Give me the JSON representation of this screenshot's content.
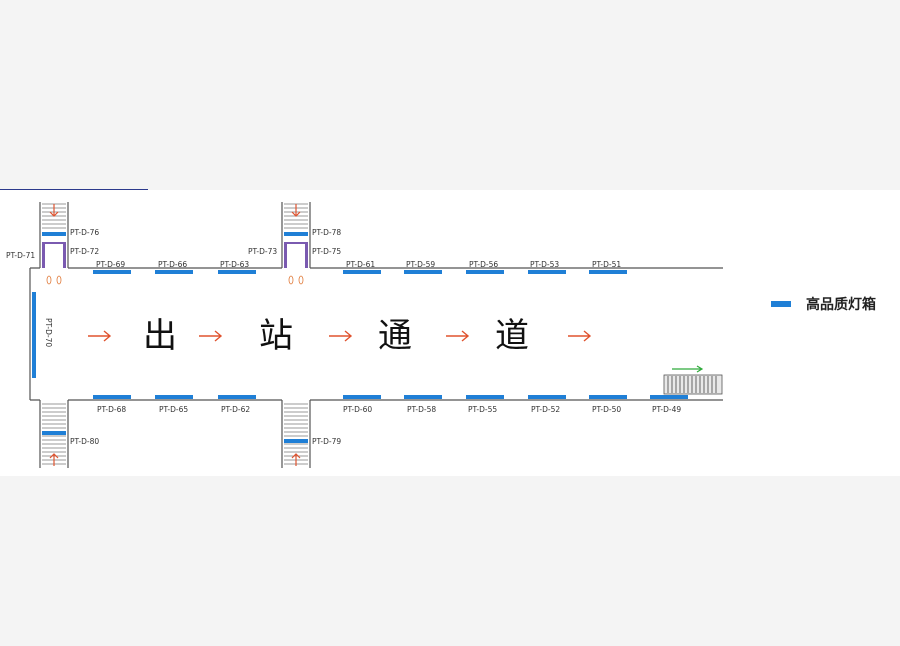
{
  "colors": {
    "lightbox": "#1f7fd6",
    "wall": "#555555",
    "arrow_red": "#e0532f",
    "arrow_green": "#2eaa3a",
    "door": "#7a5ab0"
  },
  "passage": {
    "chars": [
      "出",
      "站",
      "通",
      "道"
    ]
  },
  "legend": {
    "label": "高品质灯箱"
  },
  "top_boxes": [
    {
      "id": "PT-D-69"
    },
    {
      "id": "PT-D-66"
    },
    {
      "id": "PT-D-63"
    },
    {
      "id": "PT-D-61"
    },
    {
      "id": "PT-D-59"
    },
    {
      "id": "PT-D-56"
    },
    {
      "id": "PT-D-53"
    },
    {
      "id": "PT-D-51"
    }
  ],
  "bottom_boxes": [
    {
      "id": "PT-D-68"
    },
    {
      "id": "PT-D-65"
    },
    {
      "id": "PT-D-62"
    },
    {
      "id": "PT-D-60"
    },
    {
      "id": "PT-D-58"
    },
    {
      "id": "PT-D-55"
    },
    {
      "id": "PT-D-52"
    },
    {
      "id": "PT-D-50"
    },
    {
      "id": "PT-D-49"
    }
  ],
  "stair_boxes": {
    "left_top": "PT-D-76",
    "left_door_left": "PT-D-71",
    "left_door_right": "PT-D-72",
    "mid_top": "PT-D-78",
    "mid_door_left": "PT-D-73",
    "mid_door_right": "PT-D-75",
    "left_bottom": "PT-D-80",
    "mid_bottom": "PT-D-79",
    "vertical": "PT-D-70"
  }
}
